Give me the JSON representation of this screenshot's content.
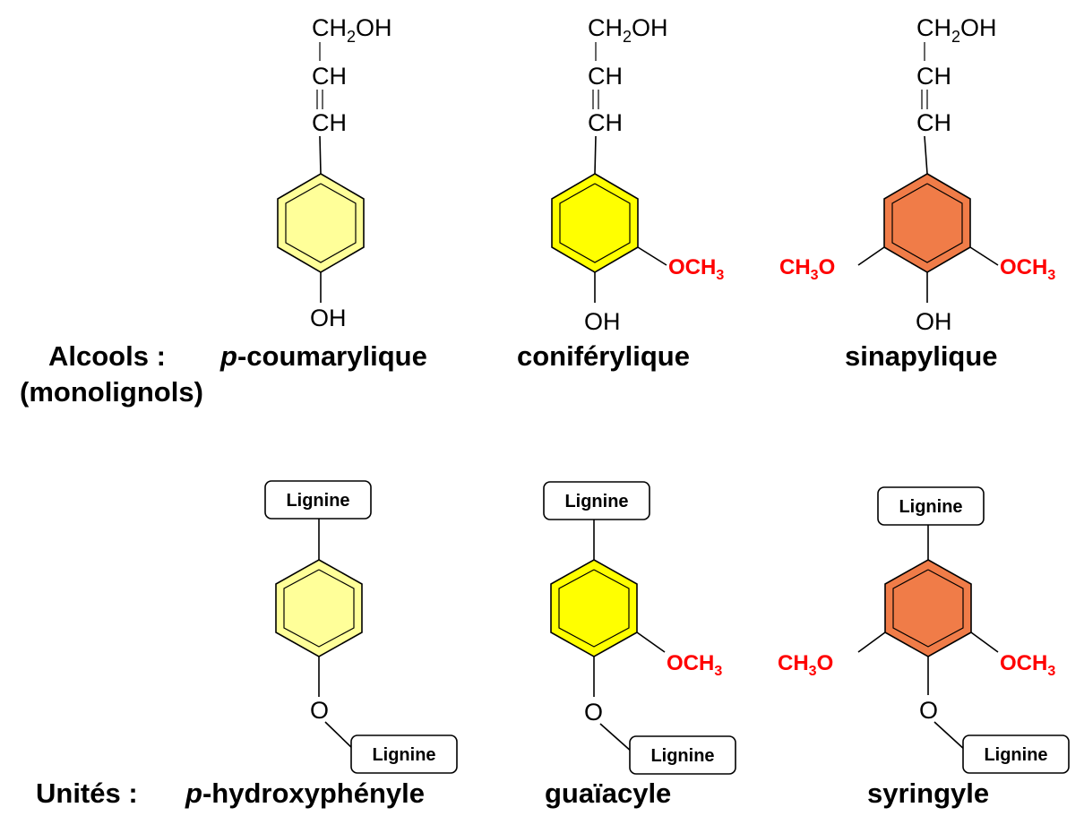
{
  "colors": {
    "ring_h": "#ffff99",
    "ring_g": "#ffff00",
    "ring_s": "#f07c48",
    "methoxy": "#ff0000"
  },
  "formulas": {
    "ch2oh_main": "CH",
    "ch2oh_sub": "2",
    "ch2oh_tail": "OH",
    "ch": "CH",
    "oh": "OH",
    "o": "O",
    "och3_main": "OCH",
    "och3_sub": "3",
    "ch3o_main": "CH",
    "ch3o_sub": "3",
    "ch3o_tail": "O"
  },
  "box_label": "Lignine",
  "row1": {
    "label_line1": "Alcools :",
    "label_line2": "(monolignols)",
    "name_p_prefix": "p",
    "name_p_rest": "-coumarylique",
    "name_g": "coniférylique",
    "name_s": "sinapylique"
  },
  "row2": {
    "label": "Unités :",
    "name_p_prefix": "p",
    "name_p_rest": "-hydroxyphényle",
    "name_g": "guaïacyle",
    "name_s": "syringyle"
  }
}
